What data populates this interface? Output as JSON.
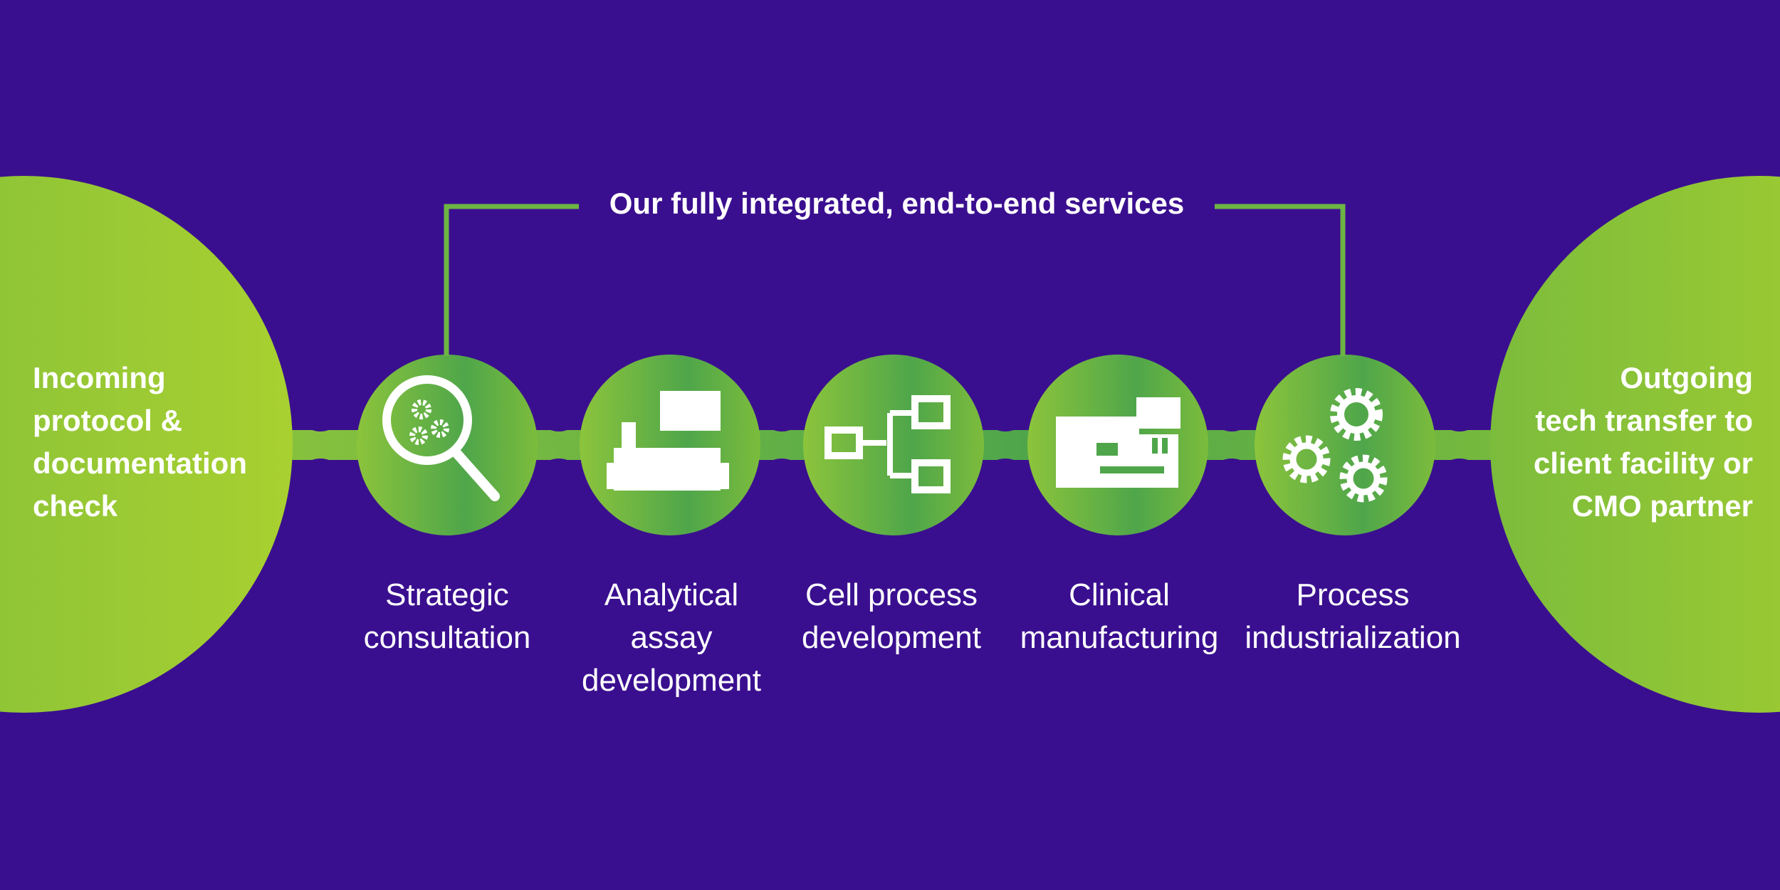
{
  "title": "Our fully integrated, end-to-end services",
  "incoming": [
    "Incoming",
    "protocol &",
    "documentation",
    "check"
  ],
  "outgoing": [
    "Outgoing",
    "tech transfer to",
    "client facility or",
    "CMO partner"
  ],
  "steps": [
    {
      "icon": "magnifier-gears-icon",
      "lines": [
        "Strategic",
        "consultation"
      ]
    },
    {
      "icon": "lab-instrument-icon",
      "lines": [
        "Analytical",
        "assay",
        "development"
      ]
    },
    {
      "icon": "process-flow-icon",
      "lines": [
        "Cell process",
        "development"
      ]
    },
    {
      "icon": "manufacturing-machine-icon",
      "lines": [
        "Clinical",
        "manufacturing"
      ]
    },
    {
      "icon": "gears-icon",
      "lines": [
        "Process",
        "industrialization"
      ]
    }
  ],
  "colors": {
    "background": "#3a0f8f",
    "green_light": "#a8d030",
    "green_mid": "#6db444",
    "green_dark": "#4fa64a"
  }
}
